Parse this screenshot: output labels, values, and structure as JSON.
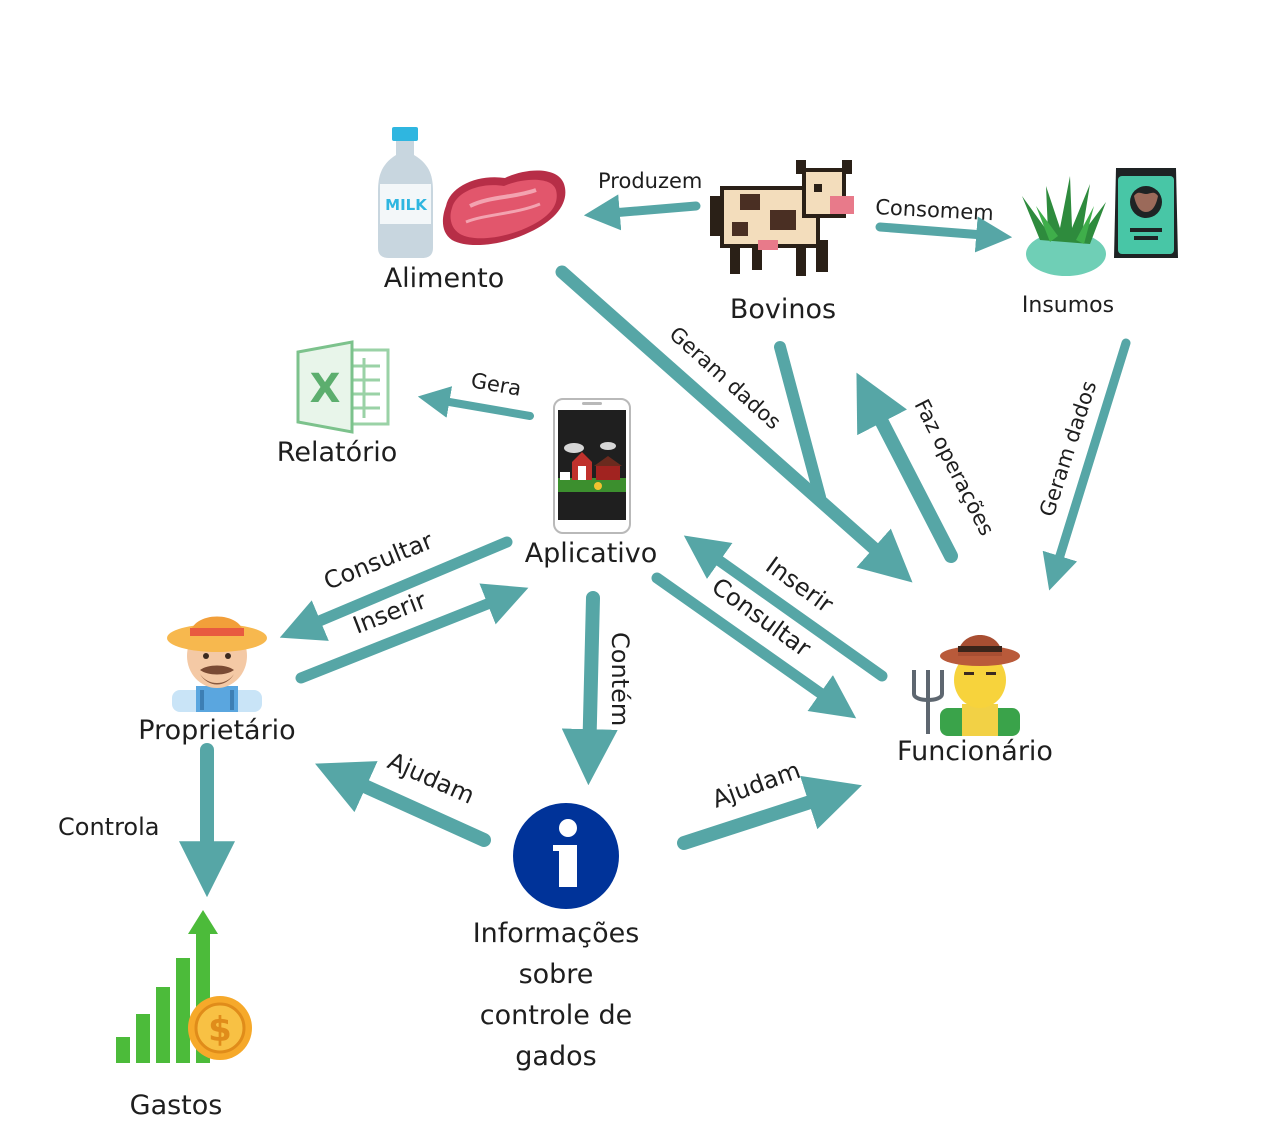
{
  "colors": {
    "arrow": "#56A6A6",
    "label": "#1e1e1e",
    "info_circle": "#003399",
    "chart_green": "#4CBB3A",
    "coin": "#F6A92A"
  },
  "nodes": {
    "alimento": {
      "label": "Alimento",
      "icons": [
        "milk-bottle-icon",
        "steak-icon"
      ],
      "milk_text": "MILK"
    },
    "bovinos": {
      "label": "Bovinos",
      "icons": [
        "cow-icon"
      ]
    },
    "insumos": {
      "label": "Insumos",
      "icons": [
        "grass-icon",
        "feed-bag-icon"
      ]
    },
    "relatorio": {
      "label": "Relatório",
      "icons": [
        "spreadsheet-icon"
      ]
    },
    "aplicativo": {
      "label": "Aplicativo",
      "icons": [
        "phone-farm-app-icon"
      ]
    },
    "proprietario": {
      "label": "Proprietário",
      "icons": [
        "farmer-owner-icon"
      ]
    },
    "funcionario": {
      "label": "Funcionário",
      "icons": [
        "farm-worker-icon"
      ]
    },
    "informacoes": {
      "label_lines": [
        "Informações",
        "sobre",
        "controle de",
        "gados"
      ],
      "icons": [
        "info-icon"
      ]
    },
    "gastos": {
      "label": "Gastos",
      "icons": [
        "expenses-chart-icon"
      ]
    }
  },
  "edges": {
    "produzem": "Produzem",
    "consomem": "Consomem",
    "geram_dados_alimento": "Geram dados",
    "faz_operacoes": "Faz operações",
    "geram_dados_insumos": "Geram dados",
    "gera": "Gera",
    "consultar_proprietario": "Consultar",
    "inserir_proprietario": "Inserir",
    "inserir_funcionario": "Inserir",
    "consultar_funcionario": "Consultar",
    "contem": "Contém",
    "ajudam_proprietario": "Ajudam",
    "ajudam_funcionario": "Ajudam",
    "controla": "Controla"
  }
}
